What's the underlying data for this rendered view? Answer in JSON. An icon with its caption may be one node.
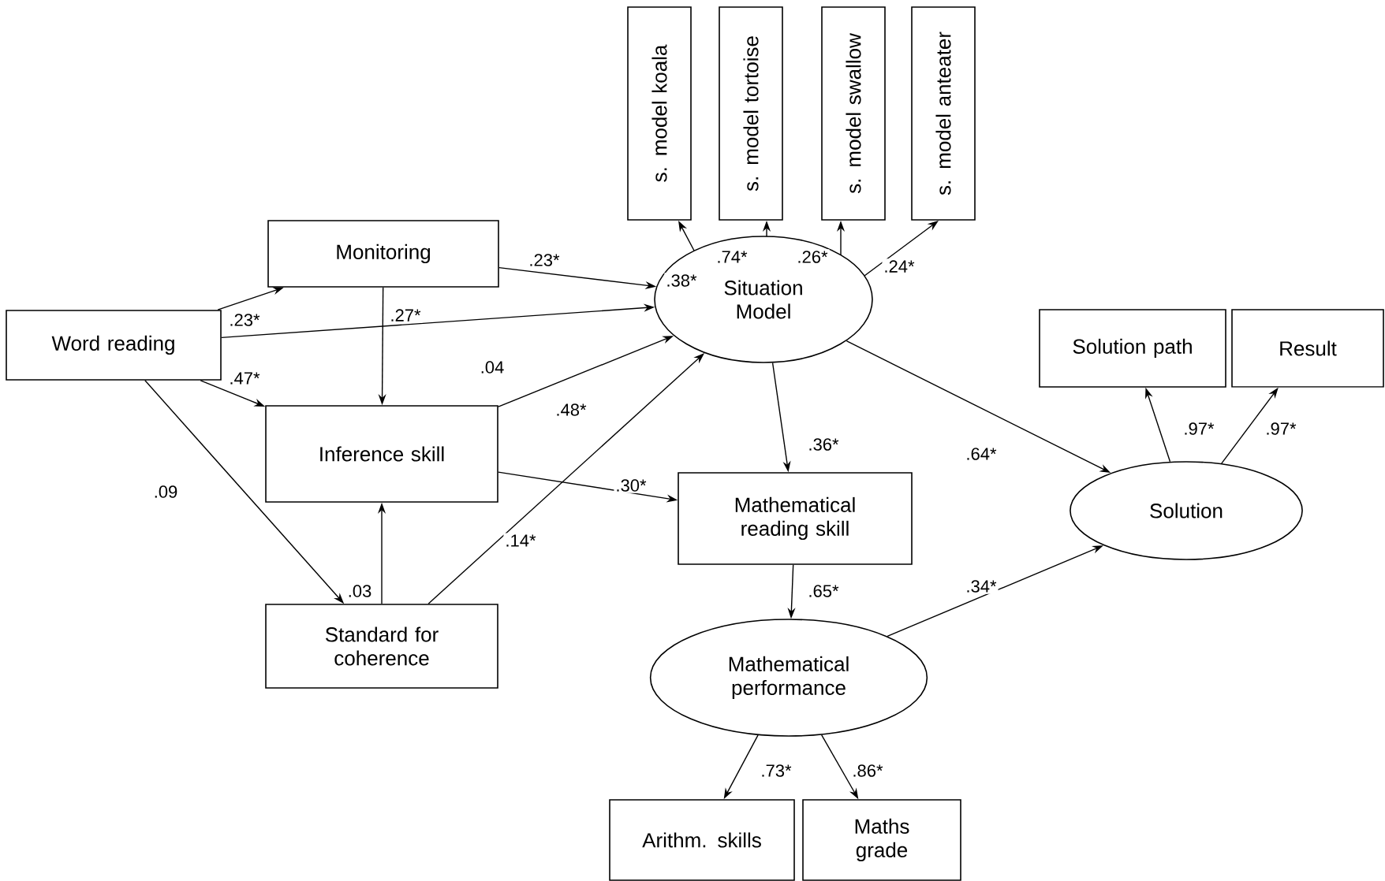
{
  "diagram": {
    "nodes": [
      {
        "text": [
          "Word reading"
        ]
      },
      {
        "text": [
          "Monitoring"
        ]
      },
      {
        "text": [
          "Inference skill"
        ]
      },
      {
        "text": [
          "Standard for coherence"
        ]
      },
      {
        "text": [
          "s. model koala"
        ]
      },
      {
        "text": [
          "s. model tortoise"
        ]
      },
      {
        "text": [
          "s. model swallow"
        ]
      },
      {
        "text": [
          "s. model anteater"
        ]
      },
      {
        "text": [
          "Situation Model"
        ]
      },
      {
        "text": [
          "Mathematical reading skill"
        ]
      },
      {
        "text": [
          "Mathematical performance"
        ]
      },
      {
        "text": [
          "Solution path"
        ]
      },
      {
        "text": [
          "Result"
        ]
      },
      {
        "text": [
          "Solution"
        ]
      },
      {
        "text": [
          "Arithm. skills"
        ]
      },
      {
        "text": [
          "Maths grade"
        ]
      }
    ],
    "edges": [
      {
        "from": 0,
        "to": 1,
        "arrow": "to",
        "label": ".23*"
      },
      {
        "from": 0,
        "to": 2,
        "arrow": "to",
        "label": ".47*"
      },
      {
        "from": 0,
        "to": 8,
        "arrow": "to",
        "label": ".04"
      },
      {
        "from": 0,
        "to": 3,
        "arrow": "to",
        "label": ".09"
      },
      {
        "from": 1,
        "to": 8,
        "arrow": "to",
        "label": ".23*"
      },
      {
        "from": 1,
        "to": 2,
        "arrow": "to",
        "label": ".27*"
      },
      {
        "from": 3,
        "to": 2,
        "arrow": "to",
        "label": ".03"
      },
      {
        "from": 2,
        "to": 8,
        "arrow": "to",
        "label": ".48*"
      },
      {
        "from": 2,
        "to": 9,
        "arrow": "to",
        "label": ".30*"
      },
      {
        "from": 3,
        "to": 8,
        "arrow": "to",
        "label": ".14*"
      },
      {
        "from": 8,
        "to": 4,
        "arrow": "to",
        "label": ".38*"
      },
      {
        "from": 8,
        "to": 5,
        "arrow": "to",
        "label": ".74*"
      },
      {
        "from": 8,
        "to": 6,
        "arrow": "to",
        "label": ".26*"
      },
      {
        "from": 8,
        "to": 7,
        "arrow": "to",
        "label": ".24*"
      },
      {
        "from": 8,
        "to": 9,
        "arrow": "to",
        "label": ".36*"
      },
      {
        "from": 8,
        "to": 13,
        "arrow": "to",
        "label": ".64*"
      },
      {
        "from": 9,
        "to": 10,
        "arrow": "to",
        "label": ".65*"
      },
      {
        "from": 10,
        "to": 13,
        "arrow": "to",
        "label": ".34*"
      },
      {
        "from": 13,
        "to": 11,
        "arrow": "to",
        "label": ".97*"
      },
      {
        "from": 13,
        "to": 12,
        "arrow": "to",
        "label": ".97*"
      },
      {
        "from": 10,
        "to": 14,
        "arrow": "to",
        "label": ".73*"
      },
      {
        "from": 10,
        "to": 15,
        "arrow": "to",
        "label": ".86*"
      }
    ]
  }
}
